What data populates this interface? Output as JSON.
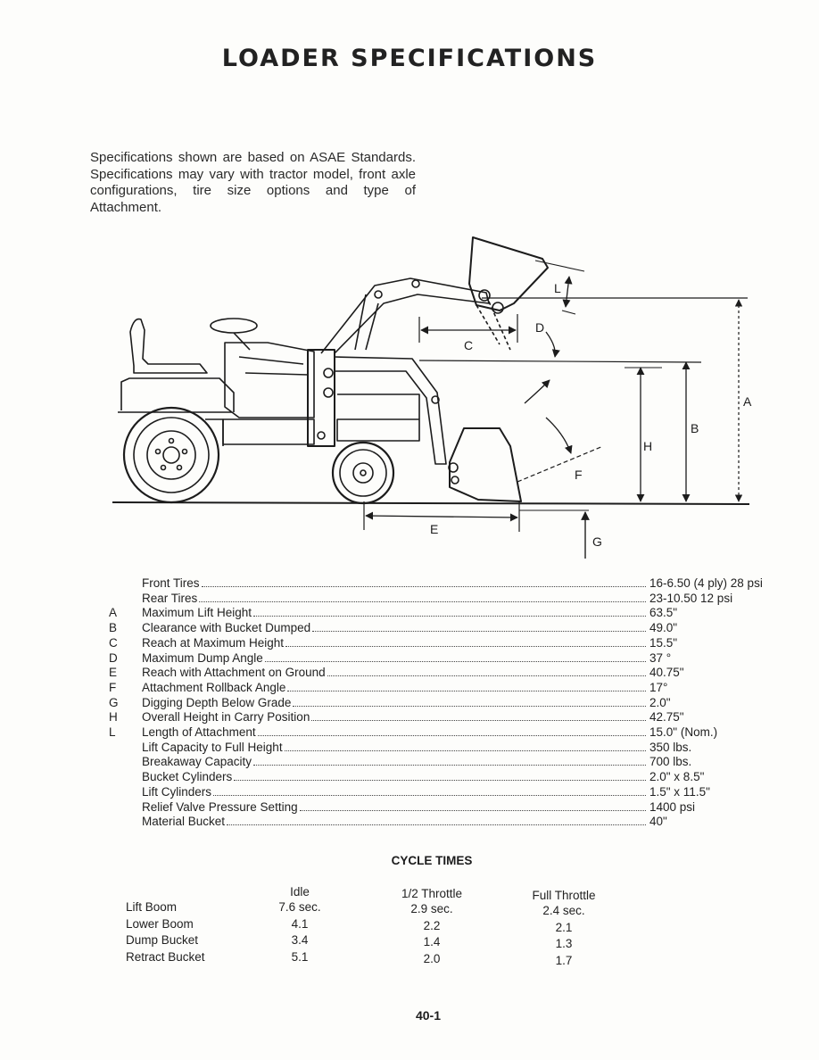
{
  "title": "LOADER SPECIFICATIONS",
  "intro": "Specifications shown are based on ASAE Standards. Specifications may vary with tractor model, front axle configurations, tire size options and type of Attachment.",
  "diagram_labels": {
    "A": "A",
    "B": "B",
    "C": "C",
    "D": "D",
    "E": "E",
    "F": "F",
    "G": "G",
    "H": "H",
    "L": "L"
  },
  "specs": [
    {
      "letter": "",
      "label": "Front Tires",
      "value": "16-6.50 (4 ply) 28 psi"
    },
    {
      "letter": "",
      "label": "Rear Tires",
      "value": "23-10.50 12 psi"
    },
    {
      "letter": "A",
      "label": "Maximum Lift Height",
      "value": "63.5\""
    },
    {
      "letter": "B",
      "label": "Clearance with Bucket Dumped",
      "value": "49.0\""
    },
    {
      "letter": "C",
      "label": "Reach at Maximum Height",
      "value": "15.5\""
    },
    {
      "letter": "D",
      "label": "Maximum Dump Angle",
      "value": "37 °"
    },
    {
      "letter": "E",
      "label": "Reach with Attachment on Ground",
      "value": "40.75\""
    },
    {
      "letter": "F",
      "label": "Attachment Rollback Angle",
      "value": "17°"
    },
    {
      "letter": "G",
      "label": "Digging Depth Below Grade",
      "value": "2.0\""
    },
    {
      "letter": "H",
      "label": "Overall Height in Carry Position",
      "value": "42.75\""
    },
    {
      "letter": "L",
      "label": "Length of Attachment",
      "value": "15.0\" (Nom.)"
    },
    {
      "letter": "",
      "label": "Lift Capacity to Full Height",
      "value": "350 lbs."
    },
    {
      "letter": "",
      "label": "Breakaway Capacity",
      "value": "700 lbs."
    },
    {
      "letter": "",
      "label": "Bucket Cylinders",
      "value": "2.0\" x 8.5\""
    },
    {
      "letter": "",
      "label": "Lift Cylinders",
      "value": "1.5\" x 11.5\""
    },
    {
      "letter": "",
      "label": "Relief Valve Pressure Setting",
      "value": "1400 psi"
    },
    {
      "letter": "",
      "label": "Material Bucket",
      "value": "40\""
    }
  ],
  "cycle_times": {
    "title": "CYCLE TIMES",
    "headers": [
      "Idle",
      "1/2 Throttle",
      "Full Throttle"
    ],
    "rows": [
      {
        "label": "Lift Boom",
        "values": [
          "7.6 sec.",
          "2.9 sec.",
          "2.4 sec."
        ]
      },
      {
        "label": "Lower Boom",
        "values": [
          "4.1",
          "2.2",
          "2.1"
        ]
      },
      {
        "label": "Dump Bucket",
        "values": [
          "3.4",
          "1.4",
          "1.3"
        ]
      },
      {
        "label": "Retract Bucket",
        "values": [
          "5.1",
          "2.0",
          "1.7"
        ]
      }
    ]
  },
  "page_number": "40-1"
}
